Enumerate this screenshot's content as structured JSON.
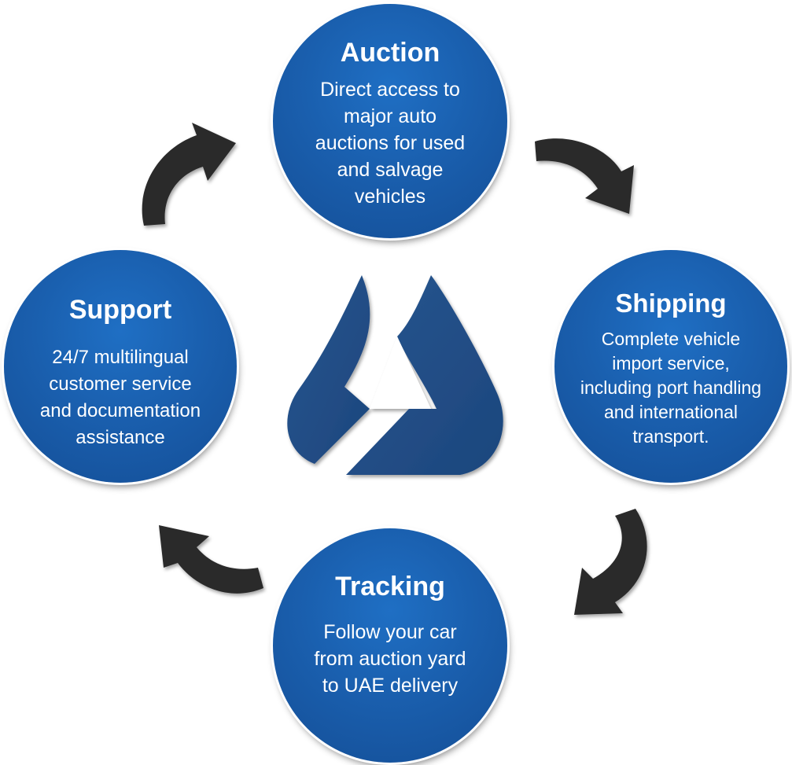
{
  "steps": {
    "auction": {
      "title": "Auction",
      "desc": "Direct access to\nmajor  auto\nauctions for used\nand salvage\nvehicles"
    },
    "shipping": {
      "title": "Shipping",
      "desc": "Complete vehicle\nimport service,\nincluding port handling\nand international\ntransport."
    },
    "tracking": {
      "title": "Tracking",
      "desc": "Follow your car\nfrom auction yard\nto UAE delivery"
    },
    "support": {
      "title": "Support",
      "desc": "24/7 multilingual\ncustomer service\nand documentation\nassistance"
    }
  },
  "colors": {
    "circle": "#1a5fae",
    "arrow": "#2b2b2b",
    "logo": "#1f4e8c"
  },
  "icons": [
    "cycle-arrow-icon",
    "brand-logo-icon"
  ]
}
